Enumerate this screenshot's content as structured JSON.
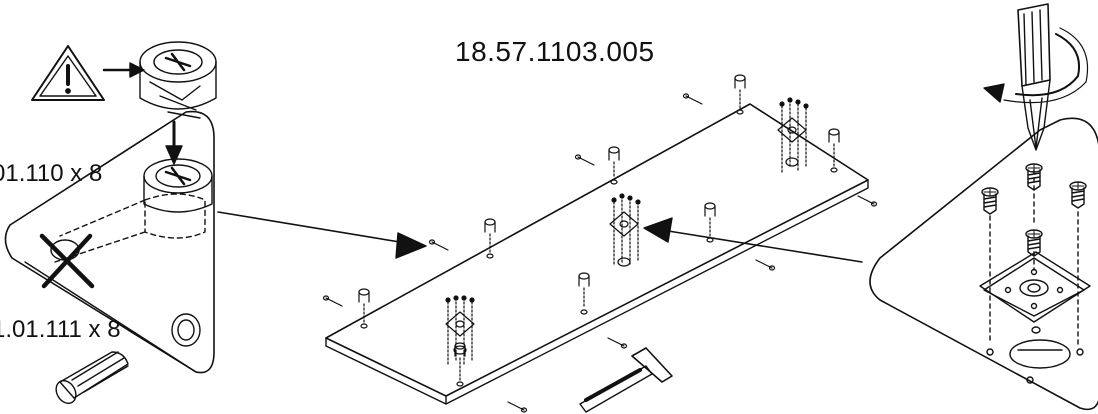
{
  "part_code": "18.57.1103.005",
  "callouts": {
    "cam_lock_qty": "01.110 x 8",
    "dowel_qty": "1.01.111 x 8"
  },
  "icons": {
    "warning": "warning-triangle-icon",
    "screwdriver": "screwdriver-icon",
    "hammer": "hammer-icon"
  },
  "colors": {
    "line": "#111111",
    "background": "#ffffff"
  }
}
